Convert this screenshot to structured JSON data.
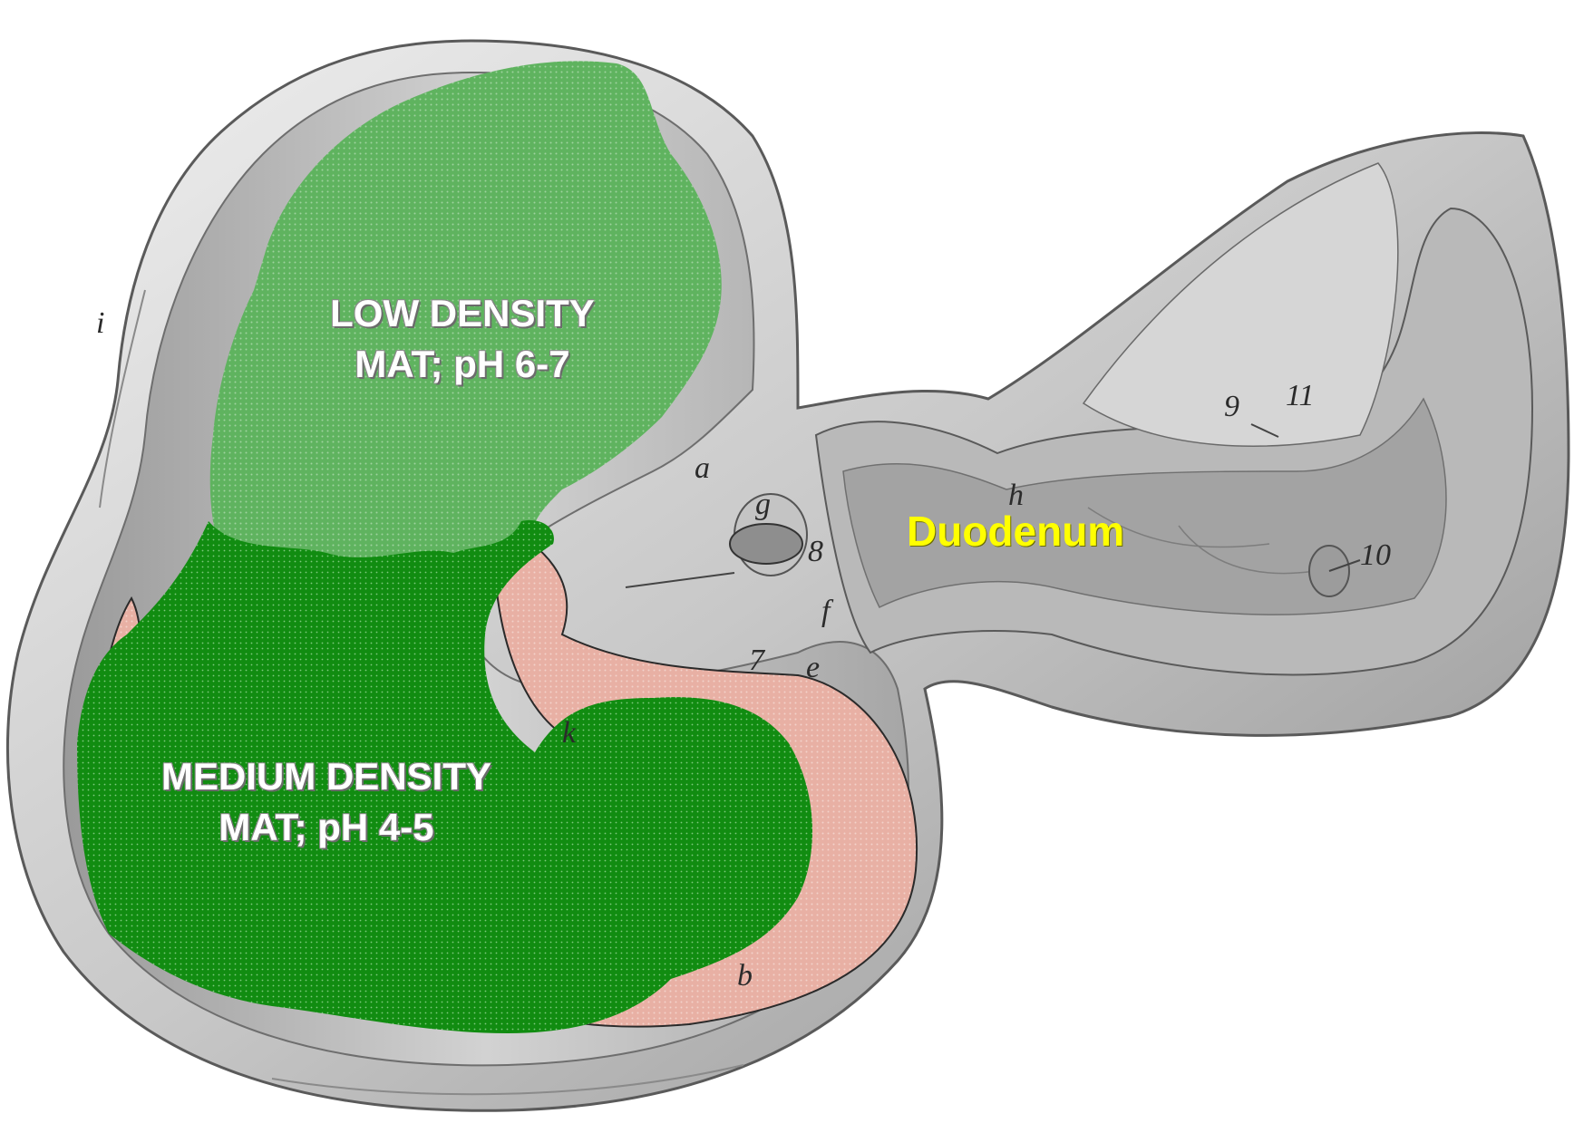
{
  "labels": {
    "low_density": [
      "LOW DENSITY",
      "MAT; pH 6-7"
    ],
    "medium_density": [
      "MEDIUM DENSITY",
      "MAT; pH 4-5"
    ],
    "duodenum": "Duodenum"
  },
  "anatomy_letters": {
    "i": "i",
    "a": "a",
    "g": "g",
    "h": "h",
    "f": "f",
    "e": "e",
    "k": "k",
    "b": "b",
    "n8": "8",
    "n7": "7",
    "n9": "9",
    "n10": "10",
    "n11": "11"
  },
  "colors": {
    "low_density_fill": "#5fb35f",
    "medium_density_fill": "#118c11",
    "mucosa_pink": "#e8b0a4",
    "stomach_wall": "#d9d9d9",
    "duodenum_text": "#ffff00"
  }
}
